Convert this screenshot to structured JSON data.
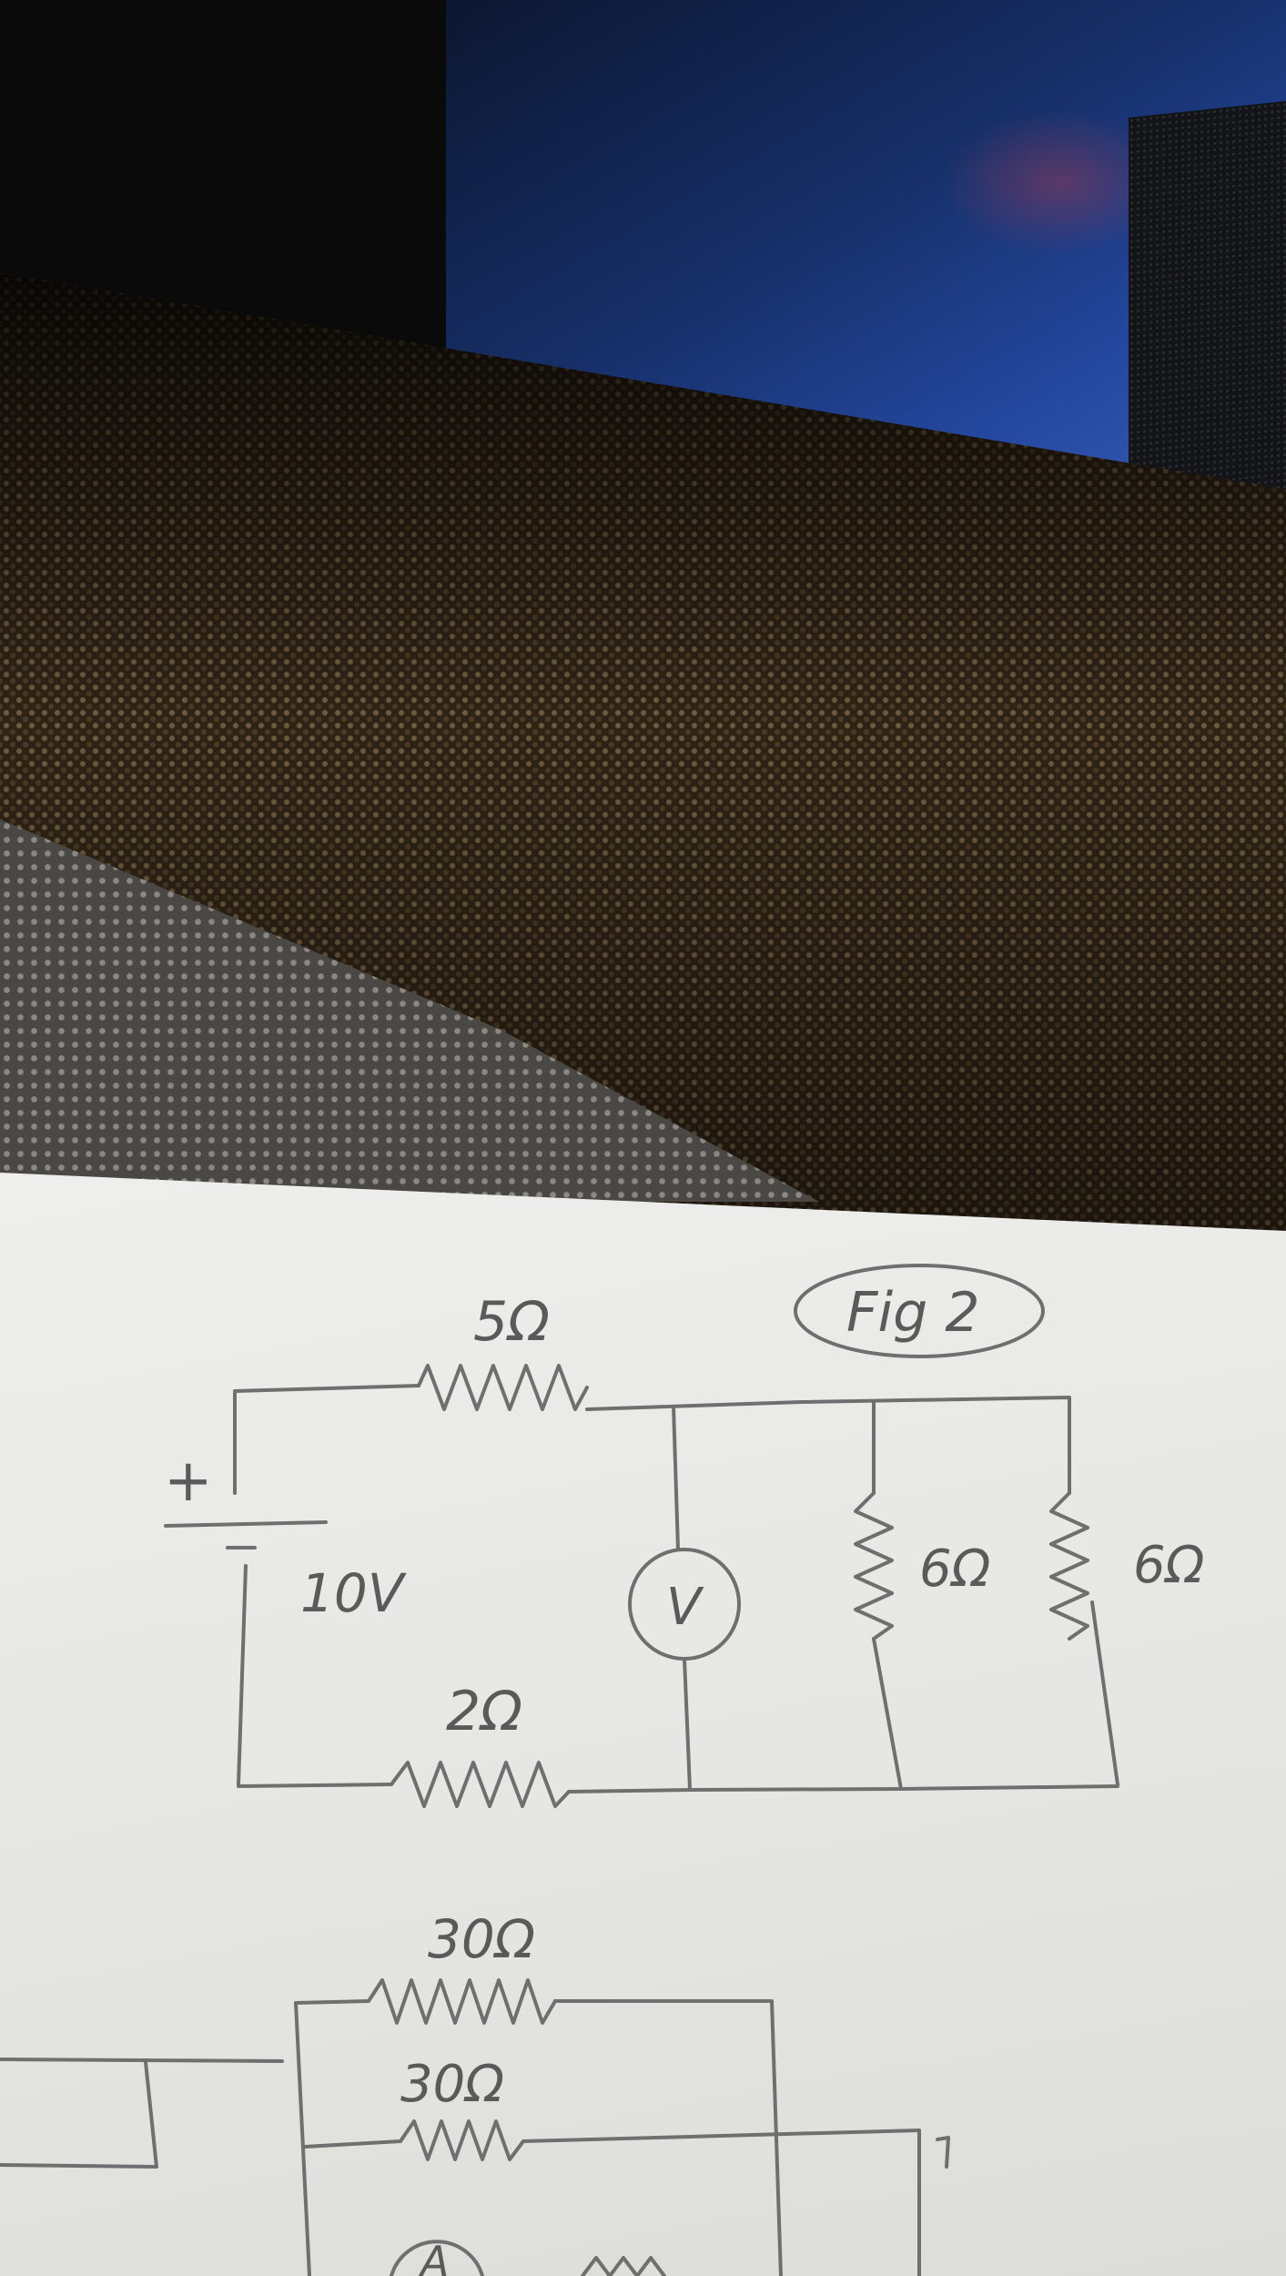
{
  "photo": {
    "subject": "handwritten-circuit-sketch",
    "fig_label": "Fig 2",
    "circuit1": {
      "battery_sign": "+",
      "battery_voltage": "10V",
      "top_resistor": "5Ω",
      "bottom_resistor": "2Ω",
      "meter": "V",
      "branch1_resistor": "6Ω",
      "branch2_resistor": "6Ω"
    },
    "circuit2": {
      "resistor_top": "30Ω",
      "resistor_middle": "30Ω",
      "meter": "A"
    }
  }
}
